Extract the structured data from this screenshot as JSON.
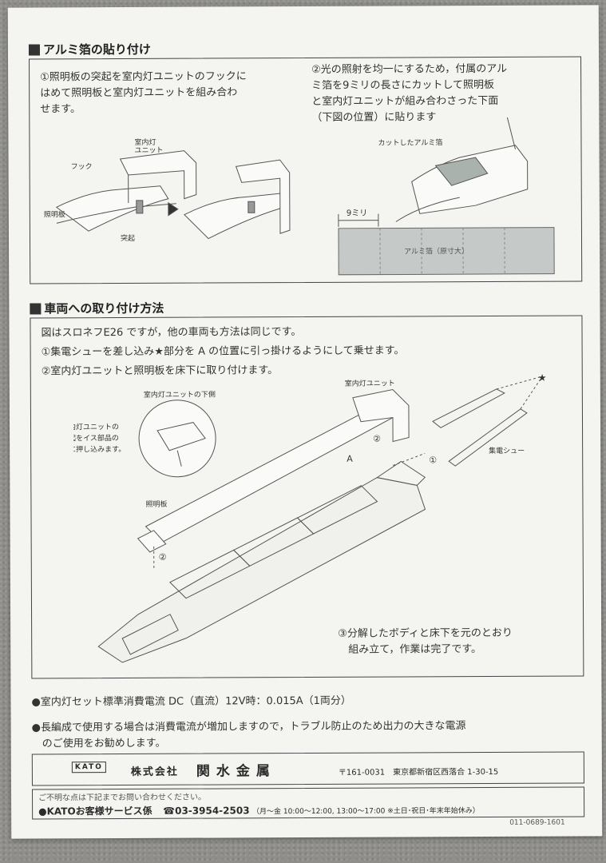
{
  "section1": {
    "title": "アルミ箔の貼り付け",
    "step1": "①照明板の突起を室内灯ユニットのフックに\nはめて照明板と室内灯ユニットを組み合わ\nせます。",
    "step2": "②光の照射を均一にするため，付属のアル\nミ箔を9ミリの長さにカットして照明板\nと室内灯ユニットが組み合わさった下面\n（下図の位置）に貼ります",
    "labels": {
      "unit": "室内灯\nユニット",
      "hook": "フック",
      "light_plate": "照明板",
      "protrusion": "突起",
      "cut_foil": "カットしたアルミ箔",
      "nine_mm": "9ミリ",
      "foil_actual": "アルミ箔（原寸大）"
    }
  },
  "section2": {
    "title": "車両への取り付け方法",
    "intro": "図はスロネフE26 ですが，他の車両も方法は同じです。",
    "step1": "①集電シューを差し込み★部分を A の位置に引っ掛けるようにして乗せます。",
    "step2": "②室内灯ユニットと照明板を床下に取り付けます。",
    "step3": "③分解したボディと床下を元のとおり\n　組み立て，作業は完了です。",
    "labels": {
      "unit": "室内灯ユニット",
      "unit_bottom": "室内灯ユニットの下側",
      "insert_note": "室内灯ユニットの\n突起をイス部品の\n穴に押し込みます。",
      "light_plate": "照明板",
      "collector": "集電シュー",
      "a": "A",
      "star": "★",
      "c1": "①",
      "c2": "②"
    }
  },
  "notes": {
    "current": "●室内灯セット標準消費電流 DC（直流）12V時：0.015A（1両分）",
    "long_train": "●長編成で使用する場合は消費電流が増加しますので，トラブル防止のため出力の大きな電源\n　のご使用をお勧めします。"
  },
  "footer": {
    "logo": "KATO",
    "company_prefix": "株式会社",
    "company_name": "関水金属",
    "address": "〒161-0031　東京都新宿区西落合 1-30-15",
    "inquiry": "ご不明な点は下記までお問い合わせください。",
    "service_label": "●KATOお客様サービス係",
    "phone": "☎03-3954-2503",
    "hours": "（月〜金 10:00〜12:00, 13:00〜17:00 ※土日･祝日･年末年始休み）",
    "doc_code": "011-0689-1601"
  }
}
